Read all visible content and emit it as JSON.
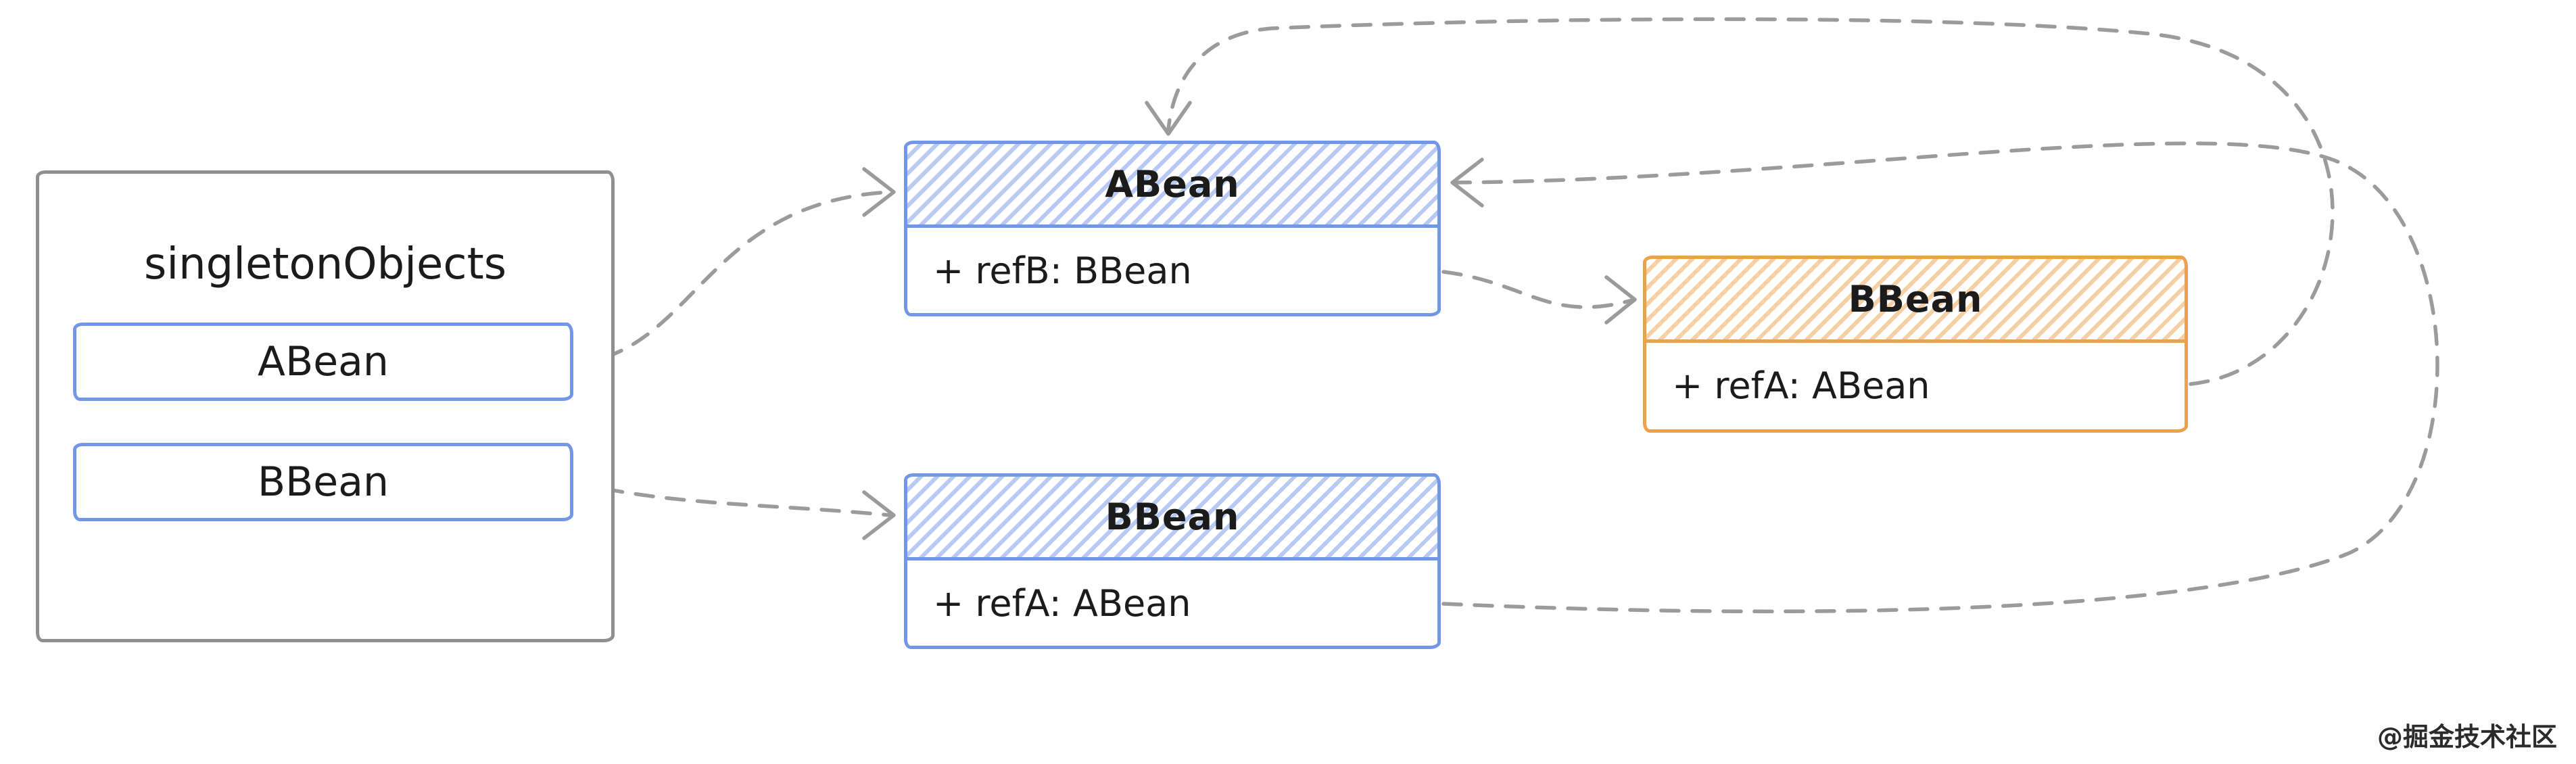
{
  "diagram": {
    "singleton_box": {
      "title": "singletonObjects",
      "entries": [
        {
          "label": "ABean"
        },
        {
          "label": "BBean"
        }
      ]
    },
    "classes": {
      "abean": {
        "title": "ABean",
        "field": "+ refB: BBean"
      },
      "bbean_orange": {
        "title": "BBean",
        "field": "+ refA: ABean"
      },
      "bbean_blue": {
        "title": "BBean",
        "field": "+ refA: ABean"
      }
    },
    "arrows": [
      {
        "from": "singletonObjects.ABean",
        "to": "class ABean (left edge)"
      },
      {
        "from": "singletonObjects.BBean",
        "to": "class BBean blue (left edge)"
      },
      {
        "from": "ABean.refB",
        "to": "class BBean orange (left edge)"
      },
      {
        "from": "BBean(orange).refA",
        "to": "class ABean (top edge)"
      },
      {
        "from": "BBean(blue).refA",
        "to": "class ABean (right edge)"
      }
    ],
    "watermark": "@掘金技术社区"
  },
  "colors": {
    "blue": "#7296e8",
    "orange": "#eda14a",
    "gray": "#8f8f8f",
    "arrow": "#9b9b9b",
    "ink": "#1b1b1b"
  }
}
